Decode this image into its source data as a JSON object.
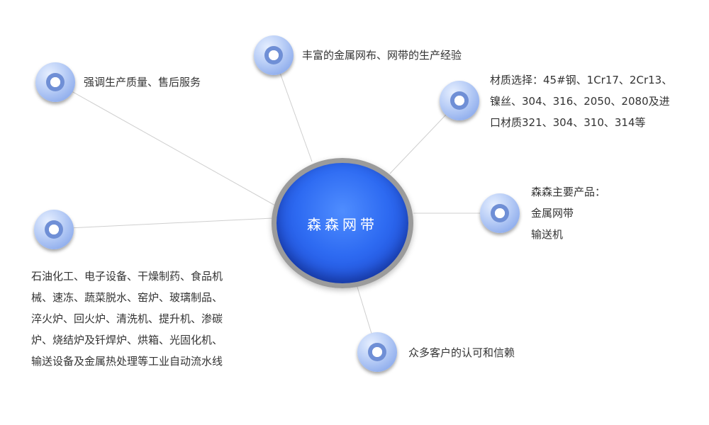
{
  "hub": {
    "label": "森森网带"
  },
  "nodes": {
    "service": {
      "lines": [
        "强调生产质量、售后服务"
      ]
    },
    "experience": {
      "lines": [
        "丰富的金属网布、网带的生产经验"
      ]
    },
    "materials": {
      "lines": [
        "材质选择：45#钢、1Cr17、2Cr13、",
        "镍丝、304、316、2050、2080及进",
        "口材质321、304、310、314等"
      ]
    },
    "products": {
      "lines": [
        "森森主要产品：",
        "金属网带",
        "输送机"
      ]
    },
    "applications": {
      "lines": [
        "石油化工、电子设备、干燥制药、食品机",
        "械、速冻、蔬菜脱水、窑炉、玻璃制品、",
        "淬火炉、回火炉、清洗机、提升机、渗碳",
        "炉、烧结炉及钎焊炉、烘箱、光固化机、",
        "输送设备及金属热处理等工业自动流水线"
      ]
    },
    "trust": {
      "lines": [
        "众多客户的认可和信赖"
      ]
    }
  }
}
